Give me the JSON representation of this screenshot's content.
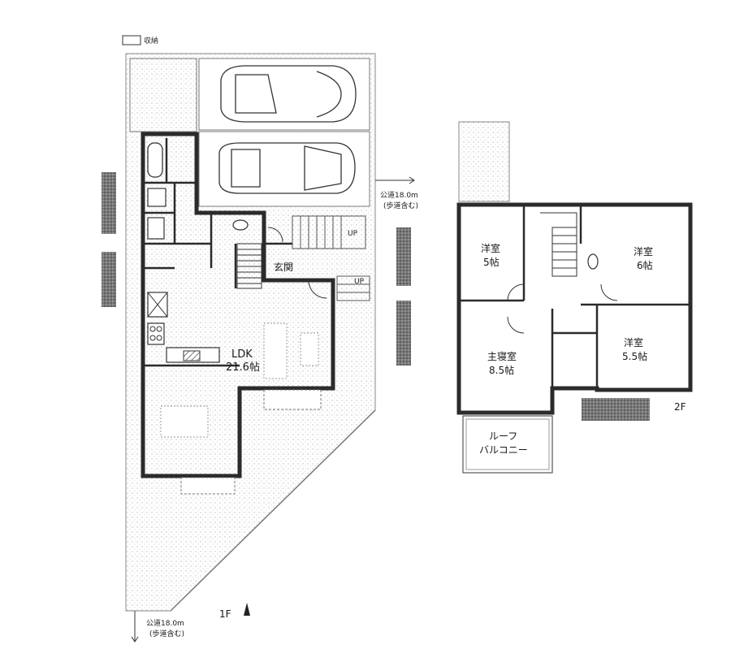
{
  "legend": {
    "storage_label": "収納"
  },
  "floor1": {
    "ldk_name": "LDK",
    "ldk_size": "21.6帖",
    "entrance": "玄関",
    "up1": "UP",
    "up2": "UP",
    "floor_label": "1F",
    "road_right_line1": "公道18.0m",
    "road_right_line2": "(歩道含む)",
    "road_bottom_line1": "公道18.0m",
    "road_bottom_line2": "(歩道含む)",
    "side_tags": [
      "",
      "",
      "",
      ""
    ]
  },
  "floor2": {
    "room_a_name": "洋室",
    "room_a_size": "5帖",
    "room_b_name": "洋室",
    "room_b_size": "6帖",
    "room_c_name": "主寝室",
    "room_c_size": "8.5帖",
    "room_d_name": "洋室",
    "room_d_size": "5.5帖",
    "balcony_line1": "ルーフ",
    "balcony_line2": "バルコニー",
    "floor_label": "2F"
  },
  "colors": {
    "wall": "#2b2b2b",
    "stipple": "#d6d6d6",
    "dark_tag": "#4a4a4a"
  }
}
